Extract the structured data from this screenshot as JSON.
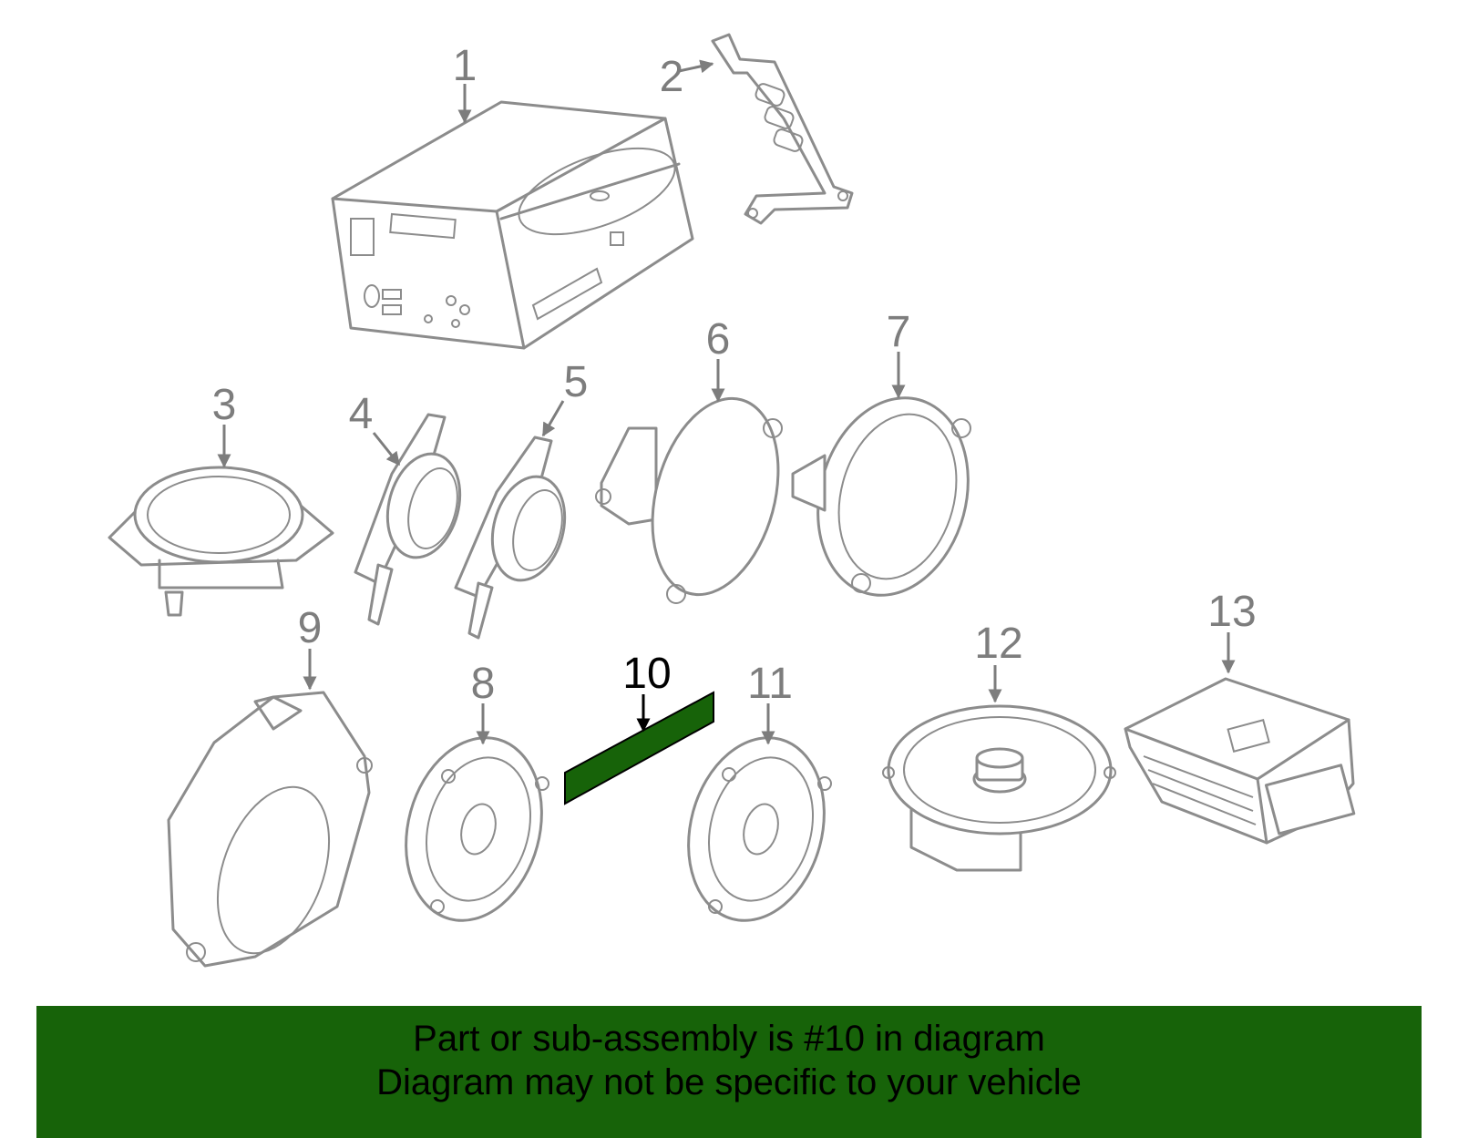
{
  "diagram": {
    "highlighted_part": "10",
    "callouts": [
      "1",
      "2",
      "3",
      "4",
      "5",
      "6",
      "7",
      "8",
      "9",
      "10",
      "11",
      "12",
      "13"
    ],
    "colors": {
      "highlight": "#176309",
      "line": "#8c8c8c",
      "label": "#7d7d7d",
      "highlight_label": "#000000"
    }
  },
  "banner": {
    "line1": "Part or sub-assembly is #10 in diagram",
    "line2": "Diagram may not be specific to your vehicle"
  }
}
